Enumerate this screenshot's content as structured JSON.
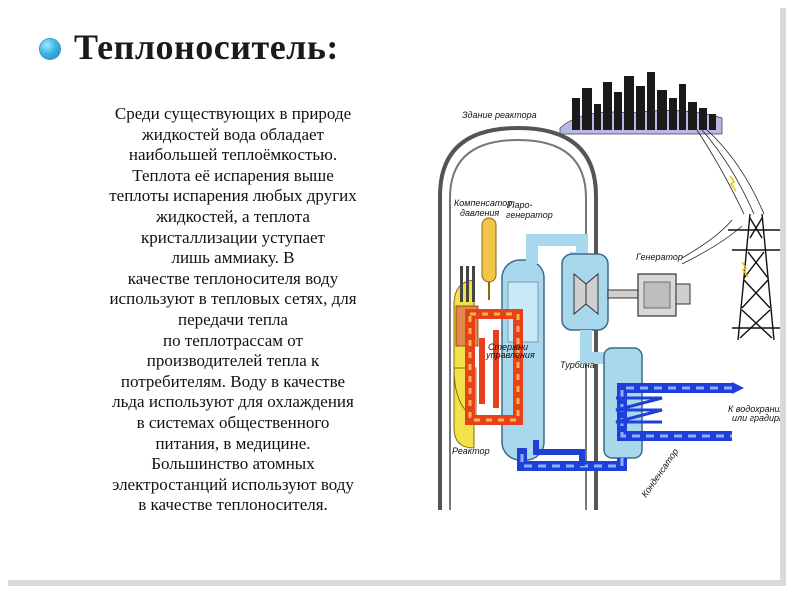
{
  "title": "Теплоноситель:",
  "body_lines": [
    "Среди существующих в природе",
    "жидкостей вода обладает",
    "наибольшей теплоёмкостью.",
    "Теплота её испарения выше",
    "теплоты испарения любых других",
    "жидкостей, а теплота",
    "кристаллизации уступает",
    "лишь аммиаку. В",
    "качестве теплоносителя воду",
    "используют в тепловых сетях, для",
    "передачи тепла",
    "по теплотрассам от",
    "производителей тепла к",
    "потребителям. Воду в качестве",
    "льда используют для охлаждения",
    "в системах общественного",
    "питания, в медицине.",
    "Большинство атомных",
    "электростанций используют воду",
    "в качестве теплоносителя."
  ],
  "diagram": {
    "labels": {
      "building": "Здание реактора",
      "pressurizer_1": "Компенсатор",
      "pressurizer_2": "давления",
      "steam_gen_1": "Паро-",
      "steam_gen_2": "генератор",
      "generator": "Генератор",
      "rods_1": "Стержни",
      "rods_2": "управления",
      "turbine": "Турбина",
      "reactor": "Реактор",
      "cooling_1": "К водохранилищу",
      "cooling_2": "или градирне",
      "condenser": "Конденсатор"
    },
    "colors": {
      "hot_loop": "#e8401c",
      "cold_loop": "#1e3fd8",
      "steam": "#a9d8ec",
      "core": "#f2e24a"
    }
  }
}
